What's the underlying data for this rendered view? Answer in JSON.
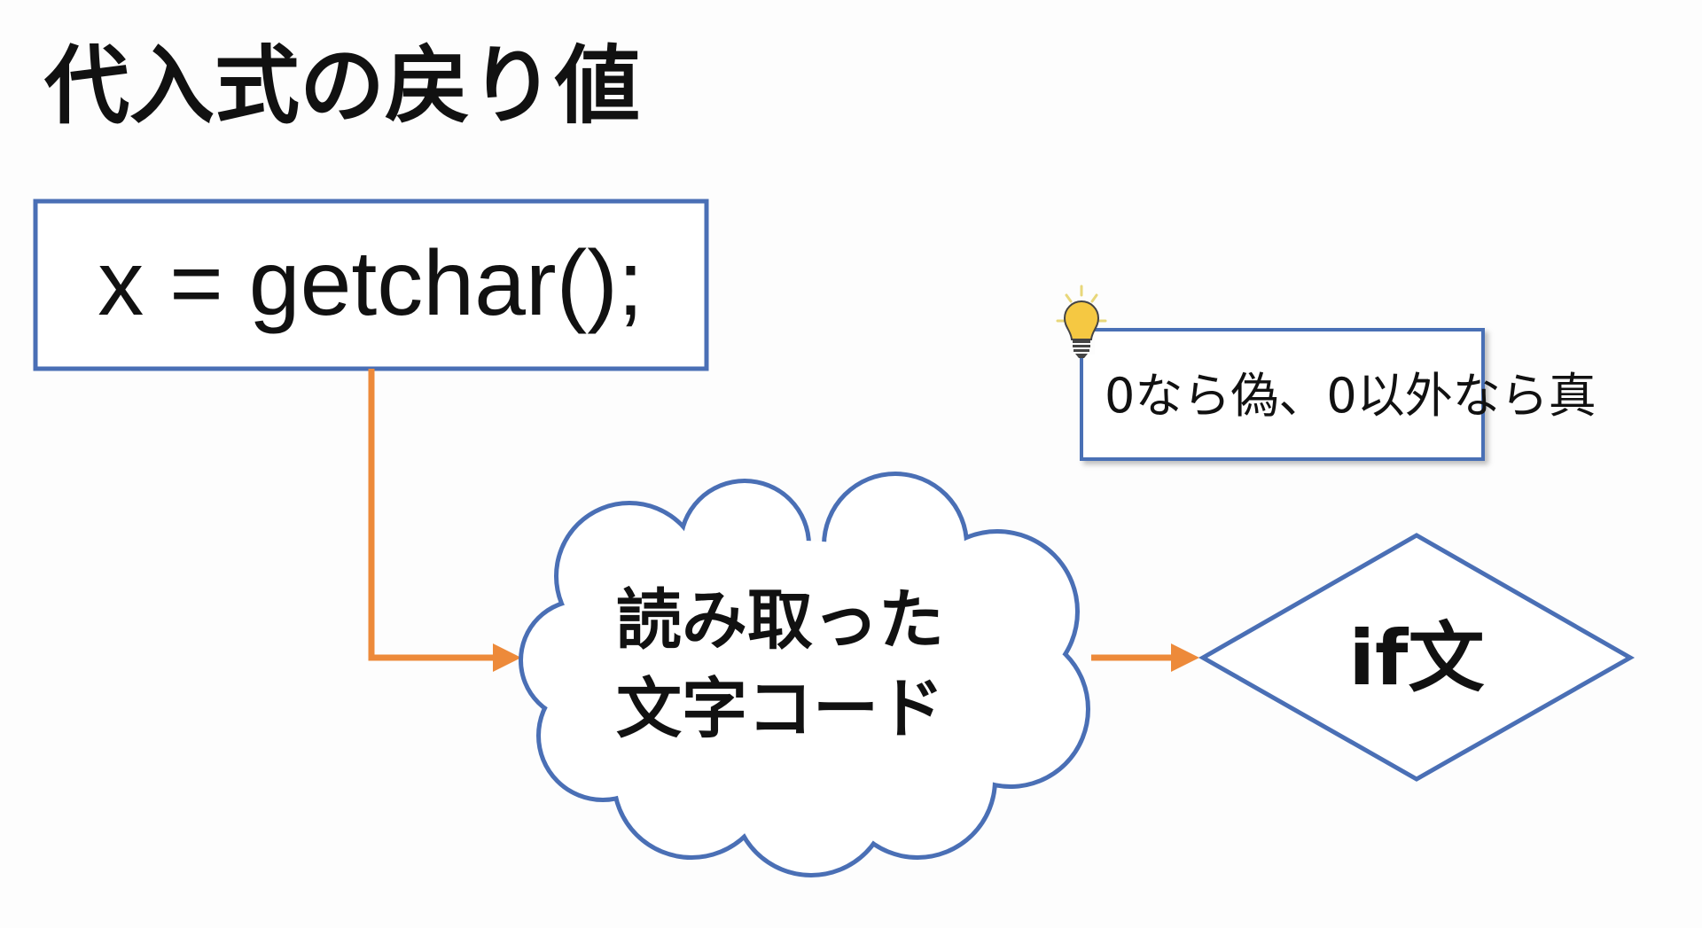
{
  "title": "代入式の戻り値",
  "code_box": {
    "text": "x = getchar();"
  },
  "cloud": {
    "line1": "読み取った",
    "line2": "文字コード"
  },
  "note": {
    "icon": "lightbulb-icon",
    "text": "0なら偽、0以外なら真"
  },
  "decision": {
    "text": "if文"
  },
  "colors": {
    "box_stroke": "#4a6fb5",
    "arrow": "#ed8a3a",
    "bulb": "#f5c842"
  }
}
